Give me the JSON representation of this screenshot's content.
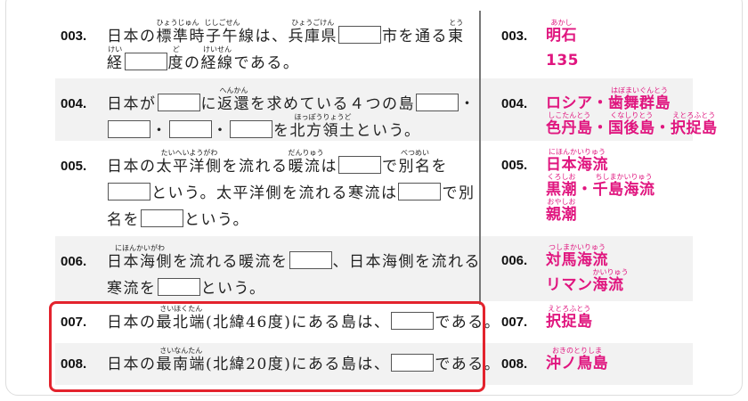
{
  "colors": {
    "answer": "#e0167f",
    "highlight_box": "#e3232d",
    "row_alt_bg": "#f2f2f2"
  },
  "rows": [
    {
      "num": "003.",
      "gray": false,
      "lines": [
        [
          "日本の",
          {
            "r": "標準",
            "rt": "ひょうじゅん"
          },
          {
            "r": "時子午線",
            "rt": "じしごせん"
          },
          "は、",
          {
            "r": "兵庫県",
            "rt": "ひょうごけん"
          },
          {
            "blank": true
          },
          "市を通る",
          {
            "r": "東",
            "rt": "とう"
          }
        ],
        [
          {
            "r": "経",
            "rt": "けい"
          },
          {
            "blank": true
          },
          {
            "r": "度",
            "rt": "ど"
          },
          "の",
          {
            "r": "経線",
            "rt": "けいせん"
          },
          "である。"
        ]
      ],
      "answers": [
        [
          {
            "r": "明石",
            "rt": "あかし"
          }
        ],
        [
          "135"
        ]
      ]
    },
    {
      "num": "004.",
      "gray": true,
      "lines": [
        [
          "日本が",
          {
            "blank": true
          },
          "に",
          {
            "r": "返還",
            "rt": "へんかん"
          },
          "を求めている４つの島",
          {
            "blank": true
          },
          "・"
        ],
        [
          {
            "blank": true
          },
          "・",
          {
            "blank": true
          },
          "・",
          {
            "blank": true
          },
          "を",
          {
            "r": "北方領土",
            "rt": "ほっぽうりょうど"
          },
          "という。"
        ]
      ],
      "answers": [
        [
          "ロシア・",
          {
            "r": "歯舞群島",
            "rt": "はぼまいぐんとう"
          }
        ],
        [
          {
            "r": "色丹島",
            "rt": "しこたんとう"
          },
          "・",
          {
            "r": "国後島",
            "rt": "くなしりとう"
          },
          "・",
          {
            "r": "択捉島",
            "rt": "えとろふとう"
          }
        ]
      ]
    },
    {
      "num": "005.",
      "gray": false,
      "lines": [
        [
          "日本の",
          {
            "r": "太平洋側",
            "rt": "たいへいようがわ"
          },
          "を流れる",
          {
            "r": "暖流",
            "rt": "だんりゅう"
          },
          "は",
          {
            "blank": true
          },
          "で",
          {
            "r": "別名",
            "rt": "べつめい"
          },
          "を"
        ],
        [
          {
            "blank": true
          },
          "という。太平洋側を流れる寒流は",
          {
            "blank": true
          },
          "で別"
        ],
        [
          "名を",
          {
            "blank": true
          },
          "という。"
        ]
      ],
      "answers": [
        [
          {
            "r": "日本海流",
            "rt": "にほんかいりゅう"
          }
        ],
        [
          {
            "r": "黒潮",
            "rt": "くろしお"
          },
          "・",
          {
            "r": "千島海流",
            "rt": "ちしまかいりゅう"
          }
        ],
        [
          {
            "r": "親潮",
            "rt": "おやしお"
          }
        ]
      ]
    },
    {
      "num": "006.",
      "gray": true,
      "lines": [
        [
          {
            "r": "日本海側",
            "rt": "にほんかいがわ"
          },
          "を流れる暖流を",
          {
            "blank": true
          },
          "、日本海側を流れる"
        ],
        [
          "寒流を",
          {
            "blank": true
          },
          "という。"
        ]
      ],
      "answers": [
        [
          {
            "r": "対馬海流",
            "rt": "つしまかいりゅう"
          }
        ],
        [
          "リマン",
          {
            "r": "海流",
            "rt": "かいりゅう"
          }
        ]
      ]
    },
    {
      "num": "007.",
      "gray": false,
      "lines": [
        [
          "日本の",
          {
            "r": "最北端",
            "rt": "さいほくたん"
          },
          "(北緯46度)にある島は、",
          {
            "blank": true
          },
          "である。"
        ]
      ],
      "answers": [
        [
          {
            "r": "択捉島",
            "rt": "えとろふとう"
          }
        ]
      ]
    },
    {
      "num": "008.",
      "gray": true,
      "lines": [
        [
          "日本の",
          {
            "r": "最南端",
            "rt": "さいなんたん"
          },
          "(北緯20度)にある島は、",
          {
            "blank": true
          },
          "である。"
        ]
      ],
      "answers": [
        [
          {
            "r": "沖ノ鳥島",
            "rt": "おきのとりしま"
          }
        ]
      ]
    }
  ]
}
